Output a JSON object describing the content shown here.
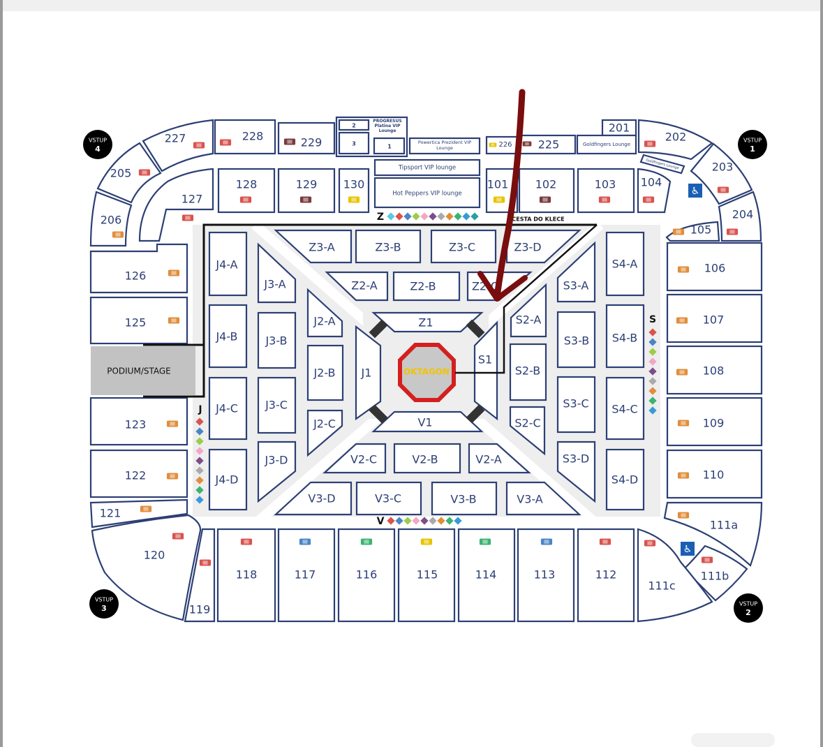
{
  "map": {
    "stage_label": "PODIUM/STAGE",
    "octagon_label": "OKTAGON",
    "walkway_label": "CESTA DO KLECE",
    "entrances": [
      {
        "label": "VSTUP",
        "num": "4"
      },
      {
        "label": "VSTUP",
        "num": "1"
      },
      {
        "label": "VSTUP",
        "num": "3"
      },
      {
        "label": "VSTUP",
        "num": "2"
      }
    ],
    "zone_letters": {
      "z": "Z",
      "v": "V",
      "j": "J",
      "s": "S"
    },
    "lounges": {
      "progresus": "PROGRESUS Platina VIP Lounge",
      "powertica": "Powertica Prezident VIP Lounge",
      "tipsport": "Tipsport VIP lounge",
      "hotpeppers": "Hot Peppers VIP lounge",
      "goldfingers": "Goldfingers Lounge",
      "goldfingers2": "Goldfingers Lounge",
      "box1": "1",
      "box2": "2",
      "box3": "3"
    },
    "upper_sections": [
      "227",
      "228",
      "229",
      "226",
      "225",
      "201",
      "202",
      "203",
      "204",
      "205",
      "206"
    ],
    "lower_sections": [
      "127",
      "128",
      "129",
      "130",
      "101",
      "102",
      "103",
      "104",
      "105",
      "106",
      "107",
      "108",
      "109",
      "110",
      "111a",
      "111b",
      "111c",
      "112",
      "113",
      "114",
      "115",
      "116",
      "117",
      "118",
      "119",
      "120",
      "121",
      "122",
      "123",
      "125",
      "126"
    ],
    "floor_sections": [
      "Z3-A",
      "Z3-B",
      "Z3-C",
      "Z3-D",
      "Z2-A",
      "Z2-B",
      "Z2-C",
      "Z1",
      "J4-A",
      "J4-B",
      "J4-C",
      "J4-D",
      "J3-A",
      "J3-B",
      "J3-C",
      "J3-D",
      "J2-A",
      "J2-B",
      "J2-C",
      "J1",
      "S1",
      "S2-A",
      "S2-B",
      "S2-C",
      "S3-A",
      "S3-B",
      "S3-C",
      "S3-D",
      "S4-A",
      "S4-B",
      "S4-C",
      "S4-D",
      "V1",
      "V2-A",
      "V2-B",
      "V2-C",
      "V3-A",
      "V3-B",
      "V3-C",
      "V3-D"
    ],
    "colors": {
      "section_stroke": "#2c3f75",
      "annotation_arrow": "#7a0d0d",
      "octagon_red": "#d51f1f",
      "stage_gray": "#c2c2c2"
    }
  }
}
